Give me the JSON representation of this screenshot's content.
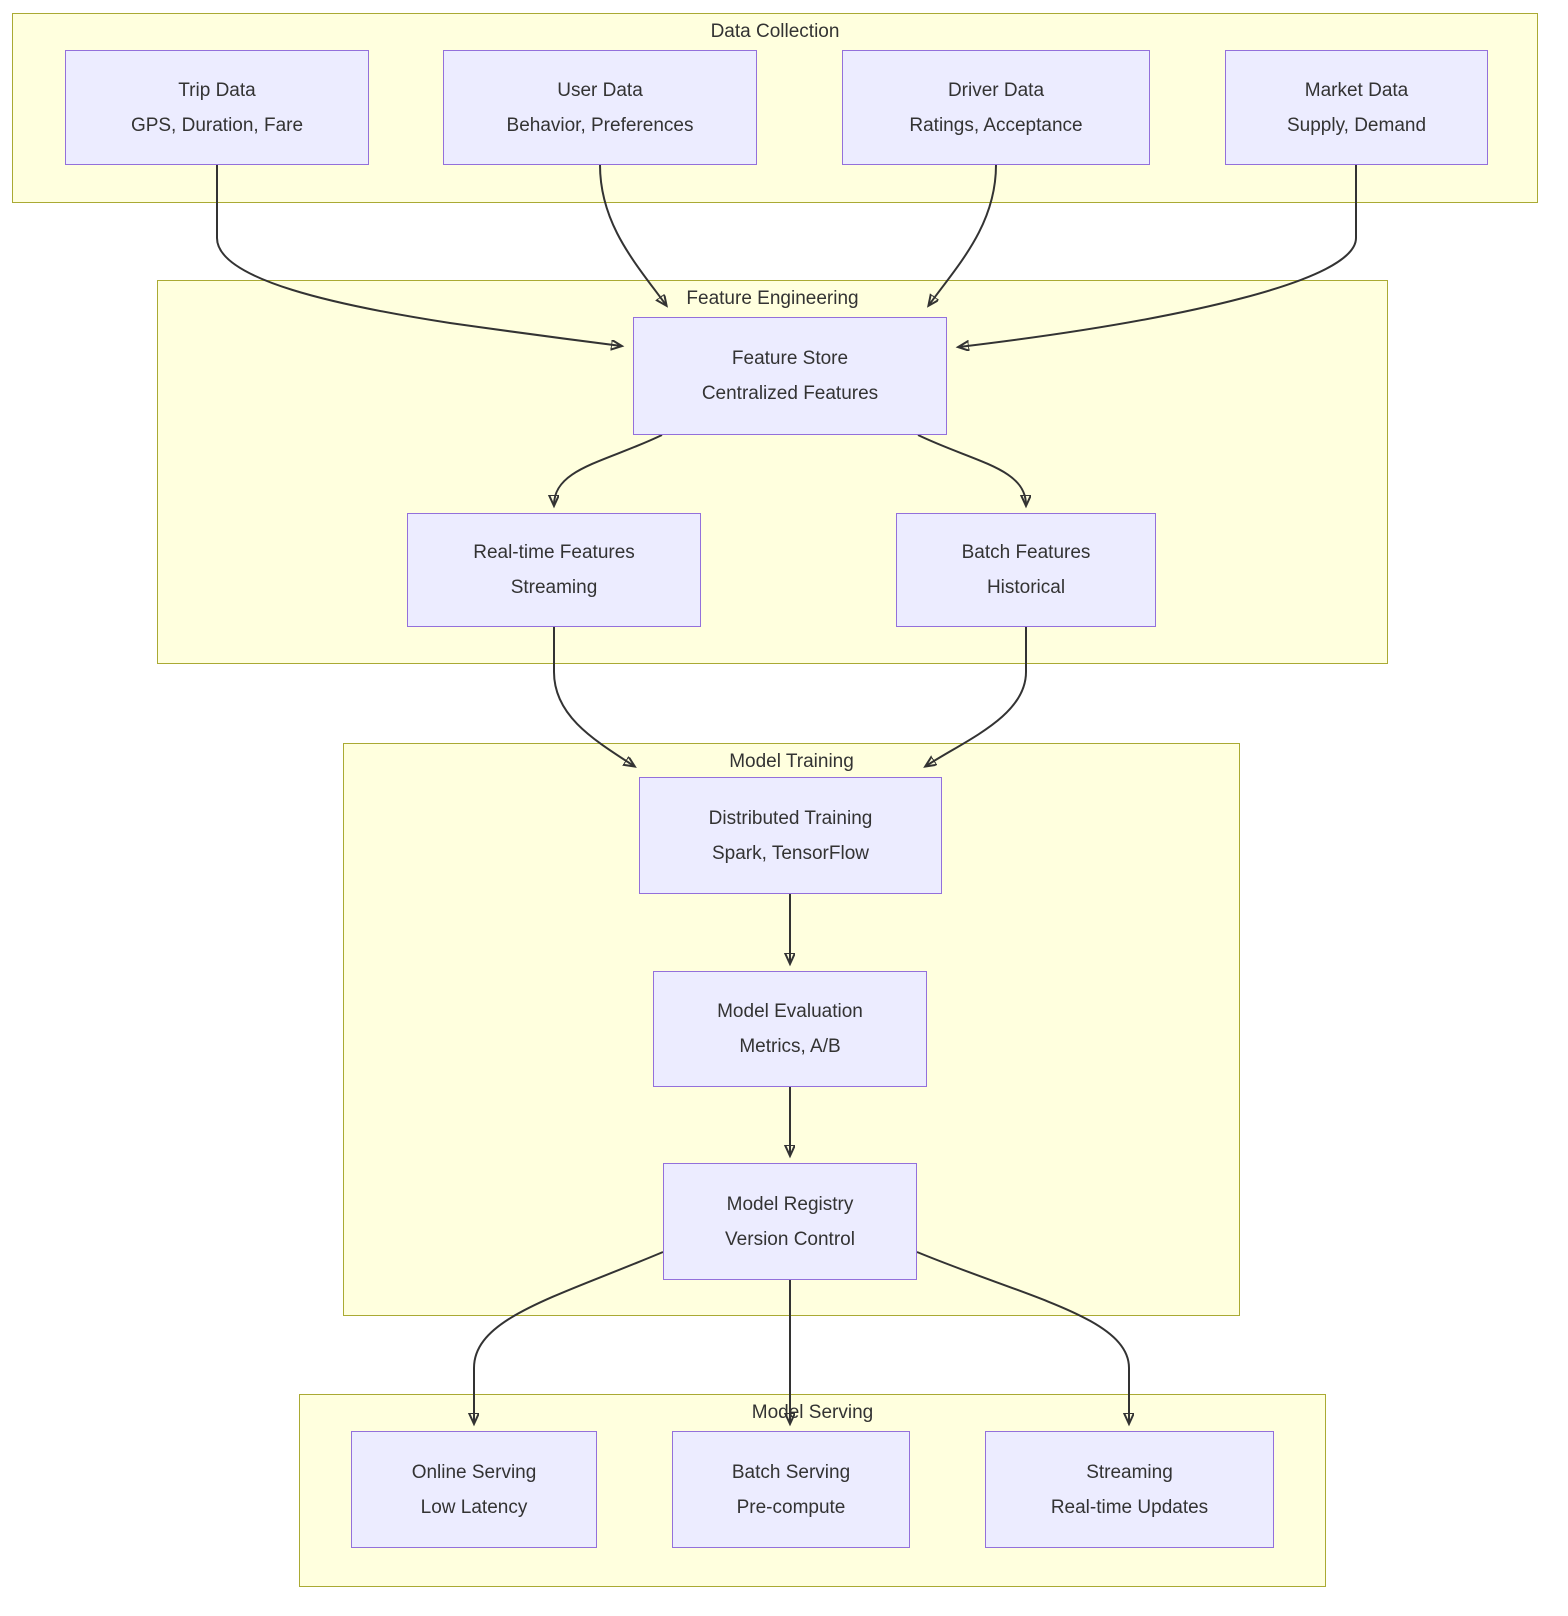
{
  "diagram": {
    "title": "ML pipeline flowchart",
    "colors": {
      "cluster_fill": "#ffffde",
      "cluster_border": "#aaaa33",
      "node_fill": "#ececff",
      "node_border": "#9370db",
      "edge_stroke": "#333333",
      "text": "#333333",
      "background": "#ffffff"
    },
    "clusters": [
      {
        "id": "data-collection",
        "label": "Data Collection"
      },
      {
        "id": "feature-engineering",
        "label": "Feature Engineering"
      },
      {
        "id": "model-training",
        "label": "Model Training"
      },
      {
        "id": "model-serving",
        "label": "Model Serving"
      }
    ],
    "nodes": [
      {
        "id": "trip-data",
        "cluster": "data-collection",
        "title": "Trip Data",
        "subtitle": "GPS, Duration, Fare"
      },
      {
        "id": "user-data",
        "cluster": "data-collection",
        "title": "User Data",
        "subtitle": "Behavior, Preferences"
      },
      {
        "id": "driver-data",
        "cluster": "data-collection",
        "title": "Driver Data",
        "subtitle": "Ratings, Acceptance"
      },
      {
        "id": "market-data",
        "cluster": "data-collection",
        "title": "Market Data",
        "subtitle": "Supply, Demand"
      },
      {
        "id": "feature-store",
        "cluster": "feature-engineering",
        "title": "Feature Store",
        "subtitle": "Centralized Features"
      },
      {
        "id": "realtime-features",
        "cluster": "feature-engineering",
        "title": "Real-time Features",
        "subtitle": "Streaming"
      },
      {
        "id": "batch-features",
        "cluster": "feature-engineering",
        "title": "Batch Features",
        "subtitle": "Historical"
      },
      {
        "id": "distributed-training",
        "cluster": "model-training",
        "title": "Distributed Training",
        "subtitle": "Spark, TensorFlow"
      },
      {
        "id": "model-evaluation",
        "cluster": "model-training",
        "title": "Model Evaluation",
        "subtitle": "Metrics, A/B"
      },
      {
        "id": "model-registry",
        "cluster": "model-training",
        "title": "Model Registry",
        "subtitle": "Version Control"
      },
      {
        "id": "online-serving",
        "cluster": "model-serving",
        "title": "Online Serving",
        "subtitle": "Low Latency"
      },
      {
        "id": "batch-serving",
        "cluster": "model-serving",
        "title": "Batch Serving",
        "subtitle": "Pre-compute"
      },
      {
        "id": "streaming",
        "cluster": "model-serving",
        "title": "Streaming",
        "subtitle": "Real-time Updates"
      }
    ],
    "edges": [
      {
        "from": "trip-data",
        "to": "feature-store"
      },
      {
        "from": "user-data",
        "to": "feature-store"
      },
      {
        "from": "driver-data",
        "to": "feature-store"
      },
      {
        "from": "market-data",
        "to": "feature-store"
      },
      {
        "from": "feature-store",
        "to": "realtime-features"
      },
      {
        "from": "feature-store",
        "to": "batch-features"
      },
      {
        "from": "realtime-features",
        "to": "distributed-training"
      },
      {
        "from": "batch-features",
        "to": "distributed-training"
      },
      {
        "from": "distributed-training",
        "to": "model-evaluation"
      },
      {
        "from": "model-evaluation",
        "to": "model-registry"
      },
      {
        "from": "model-registry",
        "to": "online-serving"
      },
      {
        "from": "model-registry",
        "to": "batch-serving"
      },
      {
        "from": "model-registry",
        "to": "streaming"
      }
    ]
  }
}
